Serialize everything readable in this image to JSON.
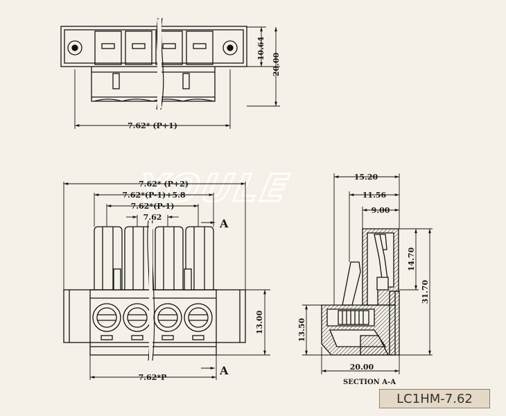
{
  "watermark": "YOULE",
  "part_number": "LC1HM-7.62",
  "top_view": {
    "dim_height_inner": "10.64",
    "dim_height_total": "20.00",
    "dim_width": "7.62* (P+1)"
  },
  "front_view": {
    "dim_overall": "7.62* (P+2)",
    "dim_flange": "7.62*(P-1)+5.8",
    "dim_pins": "7.62*(P-1)",
    "dim_pitch": "7.62",
    "dim_height": "13.00",
    "dim_bottom": "7.62*P",
    "section_marker_top": "A",
    "section_marker_bottom": "A"
  },
  "section_view": {
    "dim_15_20": "15.20",
    "dim_11_56": "11.56",
    "dim_9_00": "9.00",
    "dim_14_70": "14.70",
    "dim_31_70": "31.70",
    "dim_13_50": "13.50",
    "dim_20_00": "20.00",
    "title": "SECTION A-A"
  }
}
